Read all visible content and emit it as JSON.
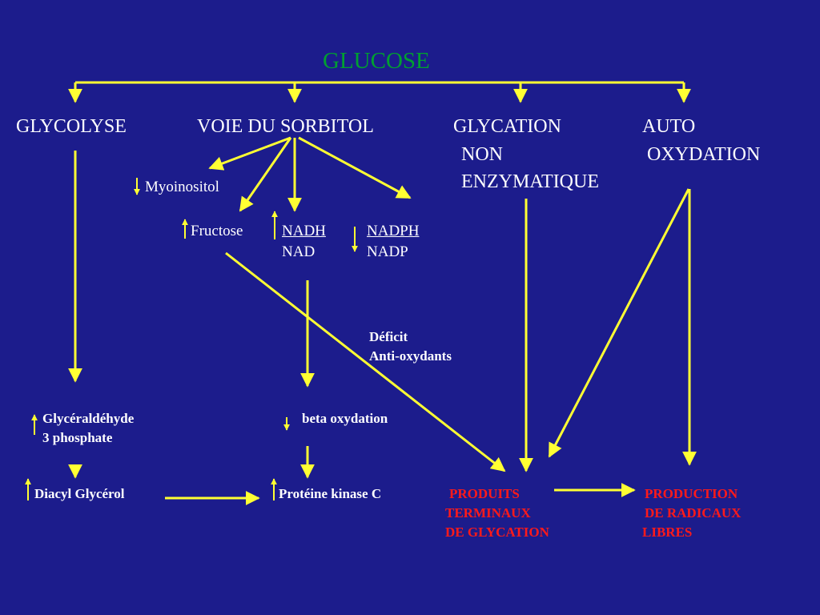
{
  "title": "GLUCOSE",
  "pathways": {
    "glycolyse": "GLYCOLYSE",
    "sorbitol": "VOIE DU SORBITOL",
    "glycation": [
      "GLYCATION",
      "NON",
      "ENZYMATIQUE"
    ],
    "auto_oxydation": [
      "AUTO",
      "OXYDATION"
    ]
  },
  "sorbitol_products": {
    "myoinositol": "Myoinositol",
    "fructose": "Fructose",
    "nadh": "NADH",
    "nad": "NAD",
    "nadph": "NADPH",
    "nadp": "NADP"
  },
  "deficit": [
    "Déficit",
    "Anti-oxydants"
  ],
  "glycolyse_chain": {
    "g3p": [
      "Glycéraldéhyde",
      "3 phosphate"
    ],
    "dag": "Diacyl Glycérol"
  },
  "sorbitol_chain": {
    "beta": "beta oxydation",
    "pkc": "Protéine kinase C"
  },
  "outcomes": {
    "age": [
      "PRODUITS",
      "TERMINAUX",
      "DE GLYCATION"
    ],
    "radicals": [
      "PRODUCTION",
      "DE RADICAUX",
      "LIBRES"
    ]
  },
  "colors": {
    "background": "#1c1c8c",
    "arrow": "#ffff33",
    "title": "#00a030",
    "outcome": "#ff1a1a",
    "text": "#ffffff"
  }
}
